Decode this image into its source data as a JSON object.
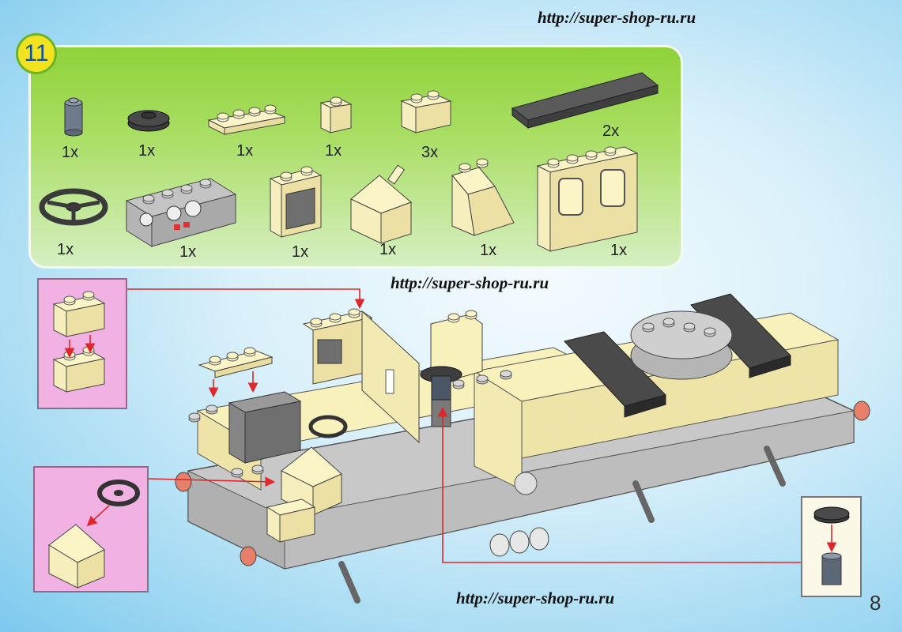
{
  "urls": {
    "top": "http://super-shop-ru.ru",
    "middle": "http://super-shop-ru.ru",
    "bottom": "http://super-shop-ru.ru"
  },
  "step": {
    "number": "11"
  },
  "parts_row1": [
    {
      "name": "round-brick",
      "qty": "1x"
    },
    {
      "name": "round-plate",
      "qty": "1x"
    },
    {
      "name": "plate-1x4",
      "qty": "1x"
    },
    {
      "name": "brick-1x1",
      "qty": "1x"
    },
    {
      "name": "brick-1x2",
      "qty": "3x"
    },
    {
      "name": "tile-2x6",
      "qty": "2x"
    }
  ],
  "parts_row2": [
    {
      "name": "steering-wheel",
      "qty": "1x"
    },
    {
      "name": "control-panel",
      "qty": "1x"
    },
    {
      "name": "window-frame",
      "qty": "1x"
    },
    {
      "name": "lever-slope",
      "qty": "1x"
    },
    {
      "name": "slope-brick",
      "qty": "1x"
    },
    {
      "name": "wall-with-windows",
      "qty": "1x"
    }
  ],
  "page": {
    "number": "8"
  },
  "colors": {
    "brick_cream": "#f8f1bc",
    "brick_grey": "#b9b9b9",
    "brick_dark": "#3e3e3e",
    "arrow_red": "#e0262b",
    "panel_green": "#8fd23a",
    "callout_pink": "#f1b2e3"
  }
}
